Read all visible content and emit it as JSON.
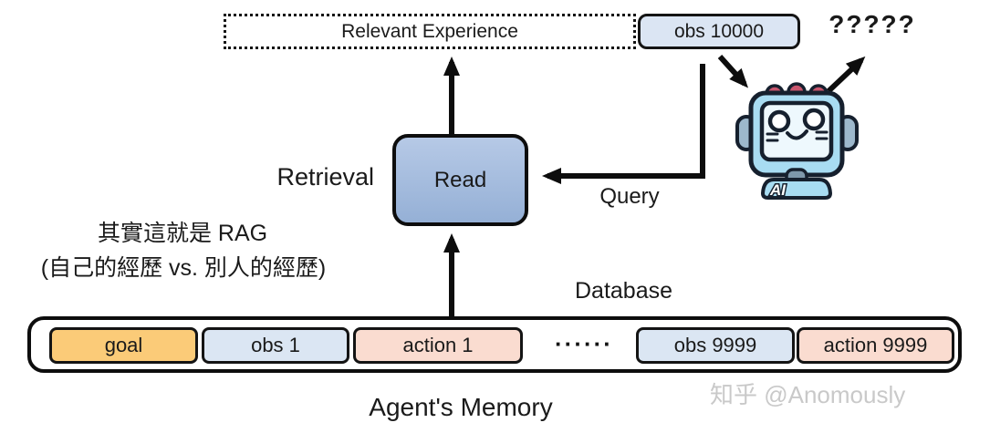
{
  "diagram": {
    "top": {
      "relevant_experience_label": "Relevant Experience",
      "obs_box_label": "obs 10000",
      "question_marks": "?????"
    },
    "retrieval": {
      "retrieval_label": "Retrieval",
      "read_label": "Read",
      "query_label": "Query"
    },
    "notes": {
      "line1": "其實這就是 RAG",
      "line2": "(自己的經歷 vs. 別人的經歷)"
    },
    "database_label": "Database",
    "memory": {
      "title": "Agent's Memory",
      "items": [
        {
          "label": "goal",
          "color": "#fbcb78"
        },
        {
          "label": "obs 1",
          "color": "#dbe6f3"
        },
        {
          "label": "action 1",
          "color": "#fadcd0"
        },
        {
          "label": "······",
          "color": "none"
        },
        {
          "label": "obs 9999",
          "color": "#dbe6f3"
        },
        {
          "label": "action 9999",
          "color": "#fadcd0"
        }
      ]
    },
    "robot": {
      "badge": "AI",
      "head_color": "#a8dcf2",
      "face_color": "#eef8fd",
      "bump_color": "#c9566e",
      "ear_color": "#9db8cc",
      "outline_color": "#16202e"
    },
    "watermark": "知乎 @Anomously",
    "colors": {
      "read_box_gradient_top": "#b6c9e6",
      "read_box_gradient_bottom": "#95b0d6",
      "obs_box_fill": "#dbe5f3",
      "outline": "#141414",
      "watermark_gray": "#c9c9c9"
    }
  }
}
